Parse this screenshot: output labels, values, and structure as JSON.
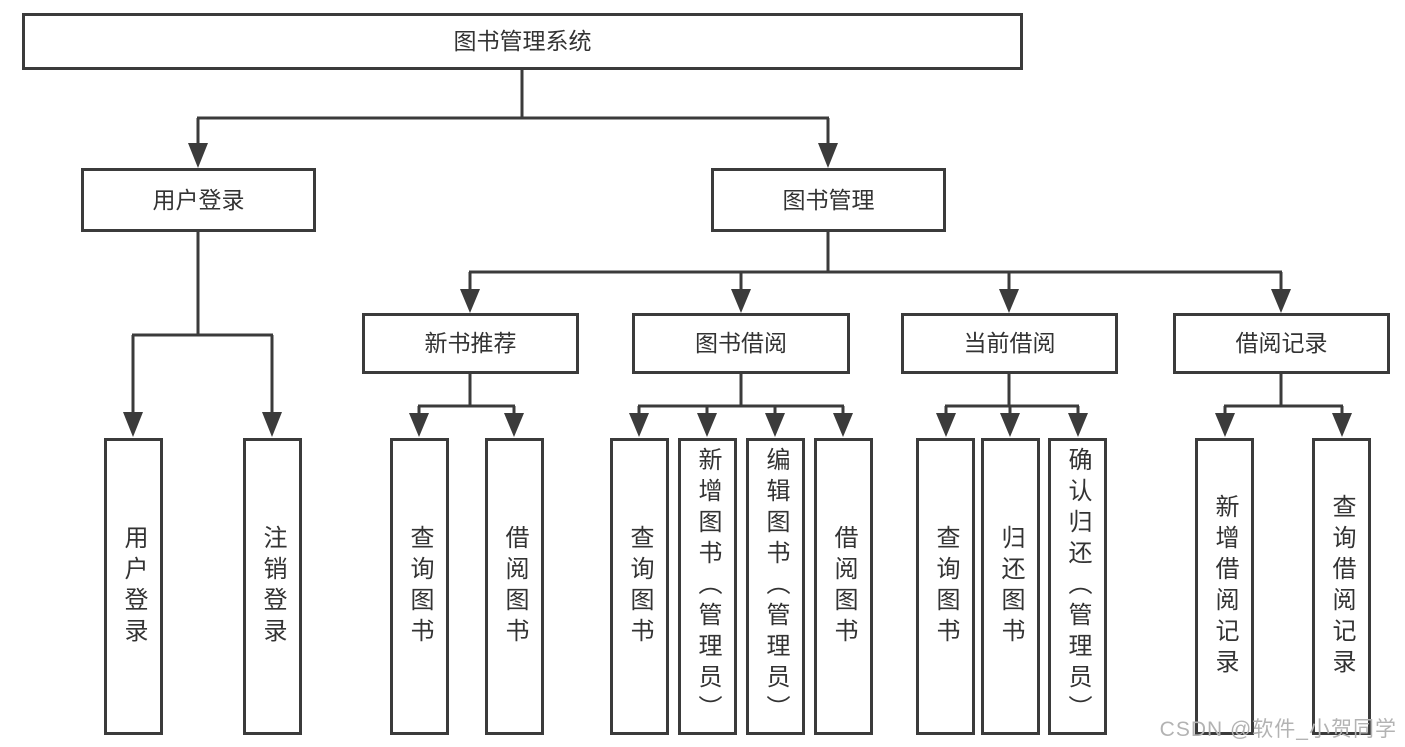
{
  "diagram": {
    "title": "图书管理系统",
    "root": {
      "label": "图书管理系统"
    },
    "branches": [
      {
        "label": "用户登录",
        "children": [
          {
            "label": "用户登录"
          },
          {
            "label": "注销登录"
          }
        ]
      },
      {
        "label": "图书管理",
        "groups": [
          {
            "label": "新书推荐",
            "children": [
              {
                "label": "查询图书"
              },
              {
                "label": "借阅图书"
              }
            ]
          },
          {
            "label": "图书借阅",
            "children": [
              {
                "label": "查询图书"
              },
              {
                "label": "新增图书（管理员）"
              },
              {
                "label": "编辑图书（管理员）"
              },
              {
                "label": "借阅图书"
              }
            ]
          },
          {
            "label": "当前借阅",
            "children": [
              {
                "label": "查询图书"
              },
              {
                "label": "归还图书"
              },
              {
                "label": "确认归还（管理员）"
              }
            ]
          },
          {
            "label": "借阅记录",
            "children": [
              {
                "label": "新增借阅记录"
              },
              {
                "label": "查询借阅记录"
              }
            ]
          }
        ]
      }
    ]
  },
  "watermark": {
    "text": "CSDN @软件_小贺同学"
  },
  "colors": {
    "line": "#3b3b3b",
    "border": "#3b3b3b",
    "text": "#333333",
    "watermark": "#b3b3b3",
    "background": "#ffffff"
  }
}
